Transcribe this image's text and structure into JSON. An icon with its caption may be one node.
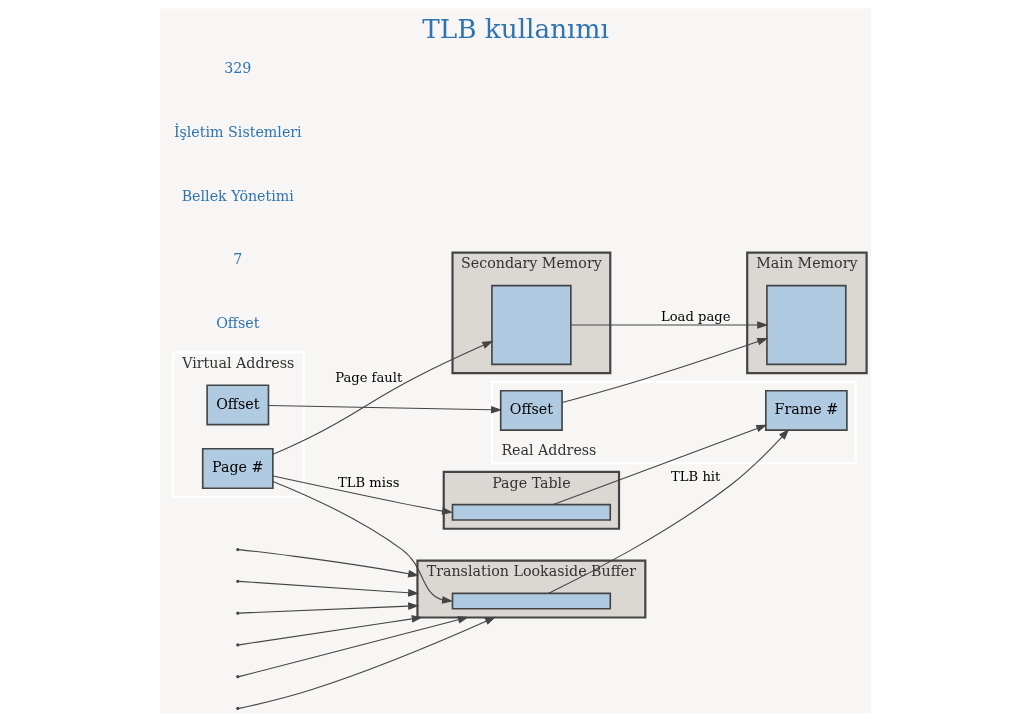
{
  "diagram": {
    "title": "TLB kullanımı",
    "nodes": [
      {
        "text": [
          "Virtual Address"
        ]
      },
      {
        "text": [
          "Page #"
        ],
        "in": 0
      },
      {
        "text": [
          "Offset"
        ],
        "in": 0
      },
      {
        "text": [
          "Translation Lookaside Buffer"
        ]
      },
      {
        "text": [],
        "shape": "bar",
        "in": 3
      },
      {
        "text": [
          "Page Table"
        ]
      },
      {
        "text": [],
        "shape": "bar",
        "in": 5
      },
      {
        "text": [
          "Real Address"
        ]
      },
      {
        "text": [
          "Frame #"
        ],
        "in": 7
      },
      {
        "text": [
          "Offset"
        ],
        "in": 7
      },
      {
        "text": [
          "Main Memory"
        ]
      },
      {
        "text": [],
        "shape": "box",
        "in": 10
      },
      {
        "text": [
          "Secondary Memory"
        ]
      },
      {
        "text": [],
        "shape": "box",
        "in": 12
      }
    ],
    "edges": [
      {
        "from": null,
        "to": 3,
        "arrow": "to"
      },
      {
        "from": null,
        "to": 3,
        "arrow": "to"
      },
      {
        "from": null,
        "to": 3,
        "arrow": "to"
      },
      {
        "from": 1,
        "to": 4,
        "arrow": "to"
      },
      {
        "from": null,
        "to": 3,
        "arrow": "to"
      },
      {
        "from": null,
        "to": 3,
        "arrow": "to"
      },
      {
        "from": null,
        "to": 3,
        "arrow": "to"
      },
      {
        "from": 2,
        "to": 9,
        "arrow": "to"
      },
      {
        "from": 4,
        "to": 8,
        "label": "TLB hit",
        "arrow": "to"
      },
      {
        "from": 1,
        "to": 6,
        "label": "TLB miss",
        "arrow": "to"
      },
      {
        "from": 6,
        "to": 8,
        "arrow": "to"
      },
      {
        "from": 9,
        "to": 11,
        "arrow": "to"
      },
      {
        "from": 13,
        "to": 11,
        "label": "Load page",
        "arrow": "to"
      },
      {
        "from": 1,
        "to": 13,
        "label": "Page fault",
        "arrow": "to"
      }
    ],
    "labels": [
      "Offset",
      "7",
      "Bellek Yönetimi",
      "İşletim Sistemleri",
      "329"
    ]
  }
}
